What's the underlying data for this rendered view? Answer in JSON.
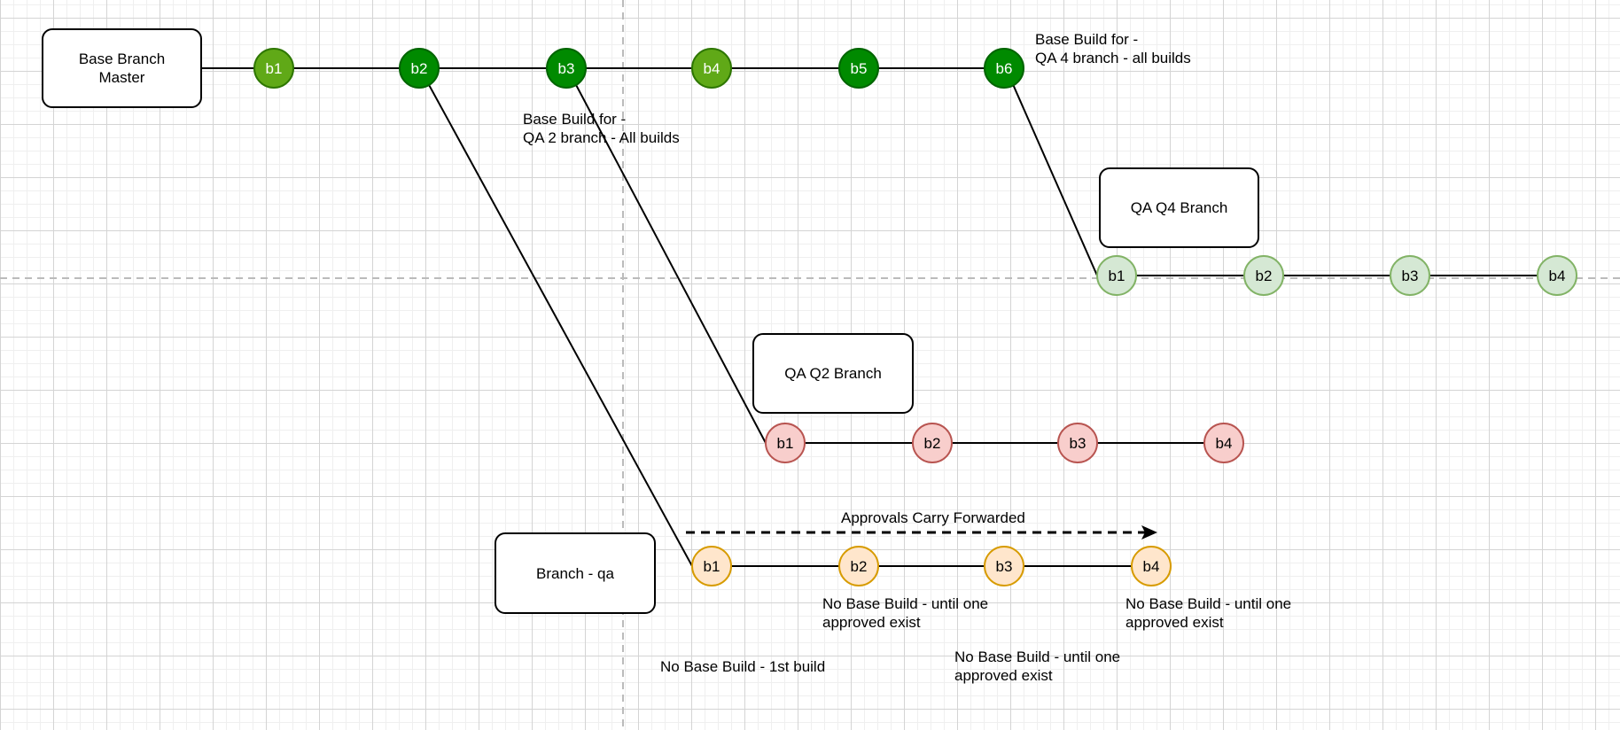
{
  "diagram": {
    "title": "Branch build flow",
    "colors": {
      "master_dark_fill": "#008a00",
      "master_dark_stroke": "#006400",
      "master_light_fill": "#60a917",
      "master_light_stroke": "#2d7600",
      "q4_fill": "#d5e8d4",
      "q4_stroke": "#82b366",
      "q2_fill": "#f8cecc",
      "q2_stroke": "#b85450",
      "qa_fill": "#ffe6cc",
      "qa_stroke": "#d79b00",
      "line": "#000000",
      "guide": "#bbbbbb"
    },
    "branches": [
      {
        "id": "master",
        "label": "Base Branch\nMaster",
        "nodes": [
          {
            "label": "b1",
            "style": "light"
          },
          {
            "label": "b2",
            "style": "dark"
          },
          {
            "label": "b3",
            "style": "dark"
          },
          {
            "label": "b4",
            "style": "light"
          },
          {
            "label": "b5",
            "style": "dark"
          },
          {
            "label": "b6",
            "style": "dark"
          }
        ]
      },
      {
        "id": "qa-q4",
        "label": "QA Q4 Branch",
        "forked_from": "master.b6",
        "nodes": [
          {
            "label": "b1"
          },
          {
            "label": "b2"
          },
          {
            "label": "b3"
          },
          {
            "label": "b4"
          }
        ]
      },
      {
        "id": "qa-q2",
        "label": "QA Q2 Branch",
        "forked_from": "master.b3",
        "nodes": [
          {
            "label": "b1"
          },
          {
            "label": "b2"
          },
          {
            "label": "b3"
          },
          {
            "label": "b4"
          }
        ]
      },
      {
        "id": "qa",
        "label": "Branch - qa",
        "forked_from": "master.b2",
        "nodes": [
          {
            "label": "b1"
          },
          {
            "label": "b2"
          },
          {
            "label": "b3"
          },
          {
            "label": "b4"
          }
        ]
      }
    ],
    "annotations": {
      "q4_base": "Base Build for -\nQA 4 branch - all builds",
      "q2_base": "Base Build for -\nQA 2 branch - All builds",
      "approvals": "Approvals Carry Forwarded",
      "qa_b1_note": "No Base Build - 1st build",
      "qa_b2_note": "No Base Build - until one\napproved exist",
      "qa_b3_note": "No Base Build - until one\napproved exist",
      "qa_b4_note": "No Base Build - until one\napproved exist"
    }
  }
}
